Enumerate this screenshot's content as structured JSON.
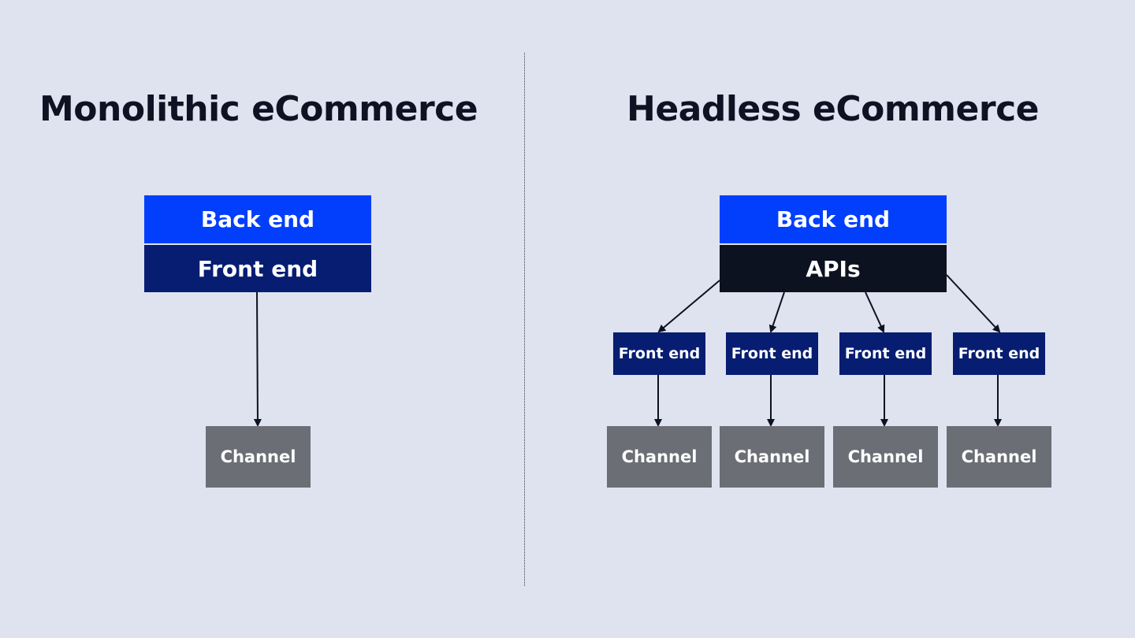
{
  "monolithic": {
    "title": "Monolithic eCommerce",
    "back_end": "Back end",
    "front_end": "Front end",
    "channel": "Channel"
  },
  "headless": {
    "title": "Headless eCommerce",
    "back_end": "Back end",
    "apis": "APIs",
    "front_ends": [
      "Front end",
      "Front end",
      "Front end",
      "Front end"
    ],
    "channels": [
      "Channel",
      "Channel",
      "Channel",
      "Channel"
    ]
  },
  "colors": {
    "background": "#dfe3f0",
    "back_end": "#023ffc",
    "front_end": "#061d72",
    "apis": "#0c1220",
    "channel": "#6b6e75",
    "arrow": "#0c1220"
  }
}
